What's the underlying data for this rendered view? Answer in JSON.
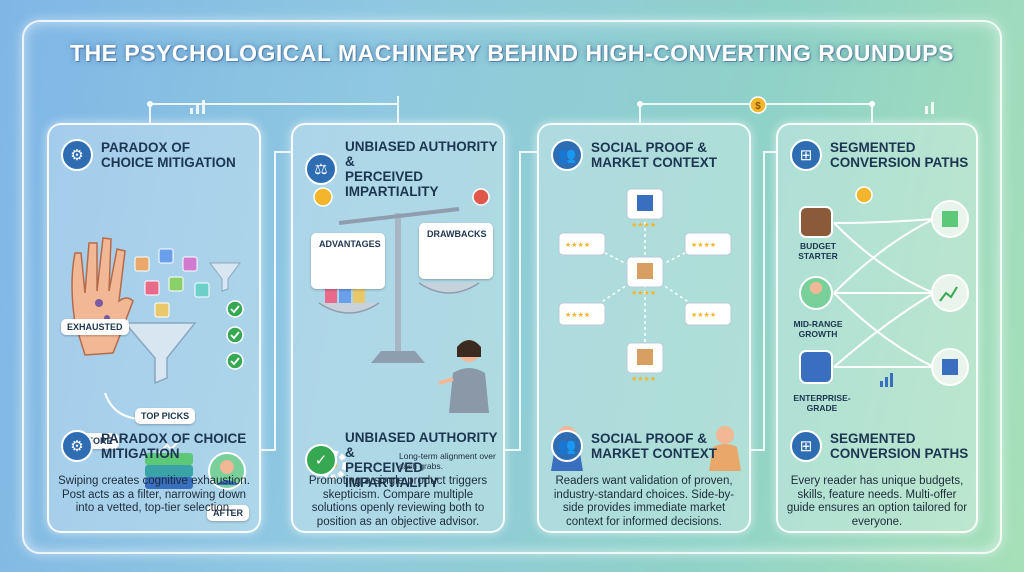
{
  "title": "THE PSYCHOLOGICAL MACHINERY BEHIND HIGH-CONVERTING ROUNDUPS",
  "panels": [
    {
      "heading": "PARADOX OF CHOICE MITIGATION",
      "heading_lines": [
        "PARADOX OF",
        "CHOICE MITIGATION"
      ],
      "labels": {
        "exhausted": "EXHAUSTED",
        "before": "BEFORE",
        "top_picks": "TOP PICKS",
        "after": "AFTER"
      },
      "subheading_lines": [
        "PARADOX OF CHOICE",
        "MITIGATION"
      ],
      "description": "Swiping creates cognitive exhaustion. Post acts as a filter, narrowing down into a vetted, top-tier selection.",
      "icon": "gear-brain-icon"
    },
    {
      "heading_lines": [
        "UNBIASED AUTHORITY &",
        "PERCEIVED IMPARTIALITY"
      ],
      "labels": {
        "advantages": "ADVANTAGES",
        "drawbacks": "DRAWBACKS",
        "alignment_note": "Long-term alignment over cash grabs."
      },
      "subheading_lines": [
        "UNBIASED AUTHORITY &",
        "PERCEIVED IMPARTIALITY"
      ],
      "description": "Promoting a single product triggers skepticism. Compare multiple solutions openly reviewing both to position as an objective advisor.",
      "icon": "scale-icon"
    },
    {
      "heading_lines": [
        "SOCIAL PROOF &",
        "MARKET CONTEXT"
      ],
      "subheading_lines": [
        "SOCIAL PROOF &",
        "MARKET CONTEXT"
      ],
      "description": "Readers want validation of proven, industry-standard choices. Side-by-side provides immediate market context for informed decisions.",
      "icon": "people-icon"
    },
    {
      "heading_lines": [
        "SEGMENTED",
        "CONVERSION PATHS"
      ],
      "labels": {
        "budget": "BUDGET STARTER",
        "midrange": "MID-RANGE GROWTH",
        "enterprise": "ENTERPRISE-GRADE"
      },
      "budget_lines": [
        "BUDGET",
        "STARTER"
      ],
      "midrange_lines": [
        "MID-RANGE",
        "GROWTH"
      ],
      "enterprise_lines": [
        "ENTERPRISE-",
        "GRADE"
      ],
      "subheading_lines": [
        "SEGMENTED",
        "CONVERSION PATHS"
      ],
      "description": "Every reader has unique budgets, skills, feature needs. Multi-offer guide ensures an option tailored for everyone.",
      "icon": "flowchart-icon"
    }
  ],
  "colors": {
    "accent": "#2f6db3",
    "check": "#36a852",
    "cross": "#e2574c",
    "coin": "#f3b52b"
  }
}
